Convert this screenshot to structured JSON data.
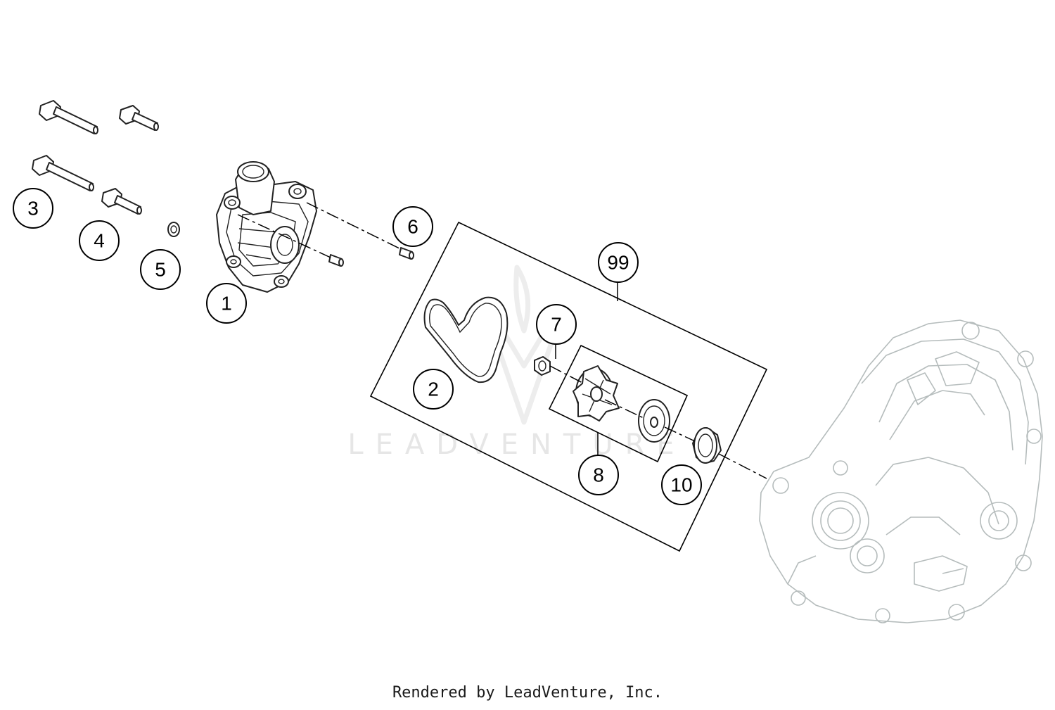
{
  "diagram": {
    "watermark": "LEADVENTURE",
    "footer": "Rendered by LeadVenture, Inc.",
    "callouts": [
      {
        "id": "1",
        "label": "1"
      },
      {
        "id": "2",
        "label": "2"
      },
      {
        "id": "3",
        "label": "3"
      },
      {
        "id": "4",
        "label": "4"
      },
      {
        "id": "5",
        "label": "5"
      },
      {
        "id": "6",
        "label": "6"
      },
      {
        "id": "7",
        "label": "7"
      },
      {
        "id": "8",
        "label": "8"
      },
      {
        "id": "10",
        "label": "10"
      },
      {
        "id": "99",
        "label": "99"
      }
    ]
  }
}
